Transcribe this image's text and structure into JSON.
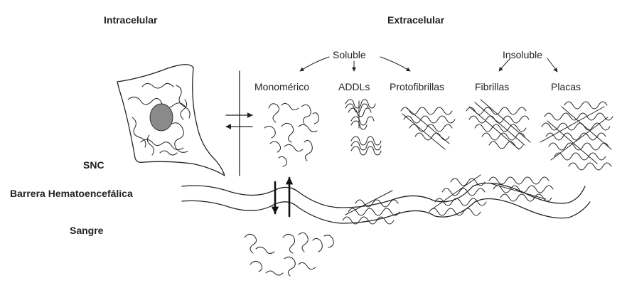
{
  "labels": {
    "intracelular": "Intracelular",
    "extracelular": "Extracelular",
    "soluble": "Soluble",
    "insoluble": "Insoluble",
    "monomerico": "Monomérico",
    "addls": "ADDLs",
    "protofibrillas": "Protofibrillas",
    "fibrillas": "Fibrillas",
    "placas": "Placas",
    "snc": "SNC",
    "barrera": "Barrera Hematoencefálica",
    "sangre": "Sangre"
  }
}
